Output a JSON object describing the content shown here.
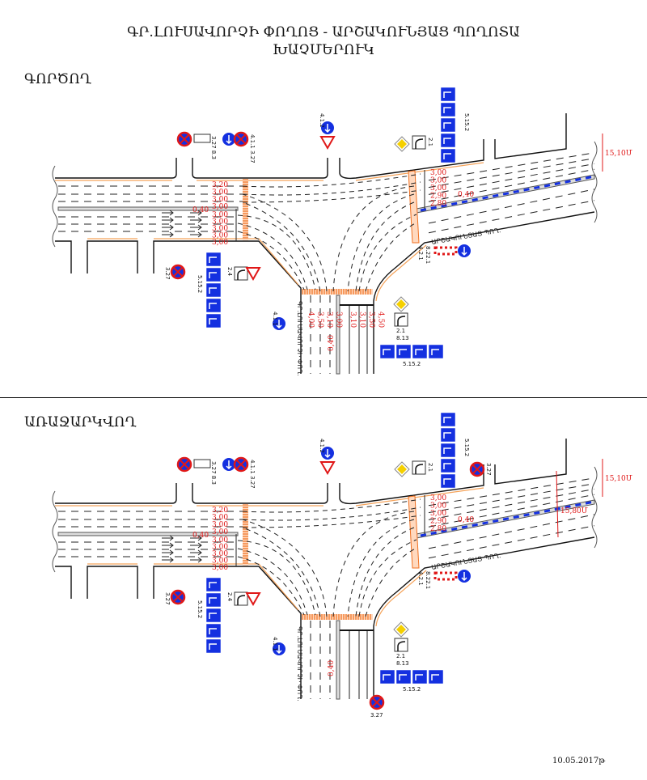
{
  "title": {
    "line1": "ԳՐ.ԼՈՒՍԱՎՈՐՉԻ ՓՈՂՈՑ - ԱՐՇԱԿՈՒՆՅԱՑ ՊՈՂՈՏԱ",
    "line2": "ԽԱՉՄԵՐՈՒԿ"
  },
  "street_names": {
    "south": "ԳՐ.ԼՈՒՍԱՎՈՐՉԻ ՓՈՂ.",
    "east": "ԱՐՇԱԿՈՒՆՅԱՑ ՊՈՂ."
  },
  "sections": [
    {
      "label": "ԳՈՐԾՈՂ",
      "west_upper_lanes": [
        "3,20",
        "3,00",
        "3,00",
        "3,00"
      ],
      "west_median": "0,40",
      "west_lower_lanes": [
        "3,00",
        "3,00",
        "3,00",
        "3,00",
        "3,00"
      ],
      "east_lanes": [
        "3,00",
        "3,00",
        "3,00",
        "2,90",
        "2,80"
      ],
      "east_median": "0,40",
      "width_north": "15,10Մ",
      "width_south": "",
      "south_lanes": [
        "4,00",
        "3,50",
        "3,10",
        "3,00",
        "3,10",
        "3,10",
        "3,50",
        "4,50"
      ],
      "south_median": "0,40"
    },
    {
      "label": "ԱՌԱՋԱՐԿՎՈՂ",
      "west_upper_lanes": [
        "3,20",
        "3,00",
        "3,00",
        "3,00"
      ],
      "west_median": "0,40",
      "west_lower_lanes": [
        "3,00",
        "3,00",
        "3,00",
        "3,00",
        "3,00"
      ],
      "east_lanes": [
        "3,00",
        "3,00",
        "3,00",
        "2,90",
        "2,80"
      ],
      "east_median": "0,40",
      "width_north": "15,10Մ",
      "width_south": "15,80Մ",
      "south_lanes": [],
      "south_median": "0,40"
    }
  ],
  "sign_codes": {
    "no_stopping": "3.27",
    "no_stopping_plate": "3.27 8.3",
    "lane_direction": "5.15.2",
    "main_road": "2.1",
    "main_road_plate": "8.13",
    "mandatory_direction": "4.1.1",
    "give_way": "2.4",
    "give_way_plate": "8.13",
    "keep_side": "4.2.1",
    "hazard_plate": "8.22.1",
    "turn_left": "4.1.2",
    "straight_no_stop": "4.1.1 3.27"
  },
  "colors": {
    "sign_blue": "#1430e0",
    "sign_red": "#e01818",
    "curb_orange": "#f5a35a",
    "main_road_yellow": "#f5d000"
  },
  "date": "10.05.2017թ"
}
